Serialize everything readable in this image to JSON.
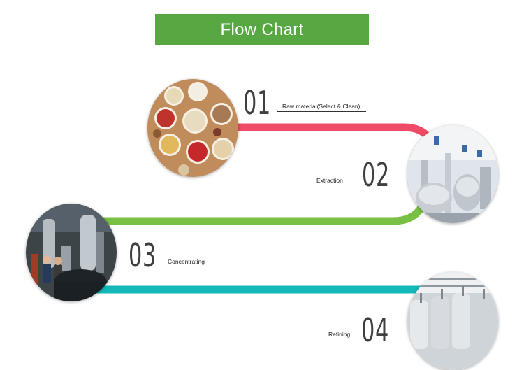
{
  "header": {
    "title": "Flow Chart",
    "background_color": "#57a843"
  },
  "steps": [
    {
      "number": "01",
      "label": "Raw material(Select & Clean)",
      "connector_color": "#ef4b66",
      "image_subject": "bowls of dried raw ingredients"
    },
    {
      "number": "02",
      "label": "Extraction",
      "connector_color": "#78c043",
      "image_subject": "stainless steel extraction tanks"
    },
    {
      "number": "03",
      "label": "Concentrating",
      "connector_color": "#13b9b8",
      "image_subject": "concentrator equipment in factory"
    },
    {
      "number": "04",
      "label": "Refining",
      "connector_color": "#bbbbbb",
      "image_subject": "stainless steel refining tanks"
    }
  ]
}
